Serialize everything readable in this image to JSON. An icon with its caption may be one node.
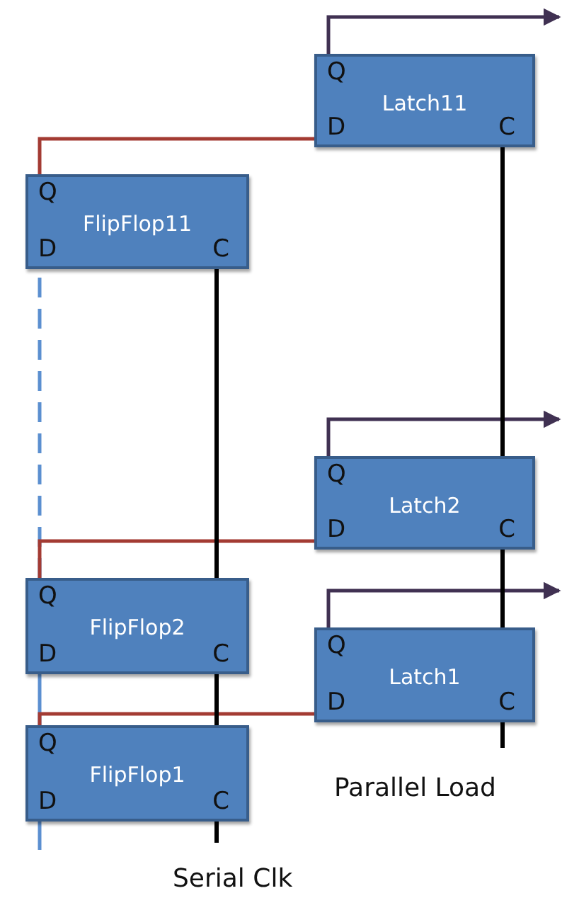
{
  "diagram": {
    "nodes": [
      {
        "text": [
          "Q",
          "Latch11",
          "D",
          "C"
        ]
      },
      {
        "text": [
          "Q",
          "FlipFlop11",
          "D",
          "C"
        ]
      },
      {
        "text": [
          "Q",
          "Latch2",
          "D",
          "C"
        ]
      },
      {
        "text": [
          "Q",
          "FlipFlop2",
          "D",
          "C"
        ]
      },
      {
        "text": [
          "Q",
          "Latch1",
          "D",
          "C"
        ]
      },
      {
        "text": [
          "Q",
          "FlipFlop1",
          "D",
          "C"
        ]
      }
    ],
    "edges": [
      {
        "from": 0,
        "to": null,
        "arrow": "to",
        "color": "#403152"
      },
      {
        "from": 2,
        "to": null,
        "arrow": "to",
        "color": "#403152"
      },
      {
        "from": 4,
        "to": null,
        "arrow": "to",
        "color": "#403152"
      },
      {
        "from": 1,
        "to": 0,
        "arrow": "none",
        "color": "#a33b33"
      },
      {
        "from": 3,
        "to": 1,
        "arrow": "none",
        "style": "dashed",
        "color": "#5b8fd0"
      },
      {
        "from": 5,
        "to": 3,
        "arrow": "none",
        "color": "#5b8fd0"
      },
      {
        "from": null,
        "to": 5,
        "arrow": "none",
        "color": "#5b8fd0"
      },
      {
        "from": 3,
        "to": 2,
        "arrow": "none",
        "color": "#a33b33"
      },
      {
        "from": 5,
        "to": 4,
        "arrow": "none",
        "color": "#a33b33"
      },
      {
        "from": 1,
        "to": 3,
        "arrow": "none"
      },
      {
        "from": 3,
        "to": 5,
        "arrow": "none"
      },
      {
        "from": 5,
        "to": null,
        "arrow": "none"
      },
      {
        "from": 0,
        "to": 2,
        "arrow": "none"
      },
      {
        "from": 2,
        "to": 4,
        "arrow": "none"
      },
      {
        "from": 4,
        "to": null,
        "arrow": "none"
      }
    ],
    "labels": [
      "Parallel Load",
      "Serial Clk"
    ]
  }
}
